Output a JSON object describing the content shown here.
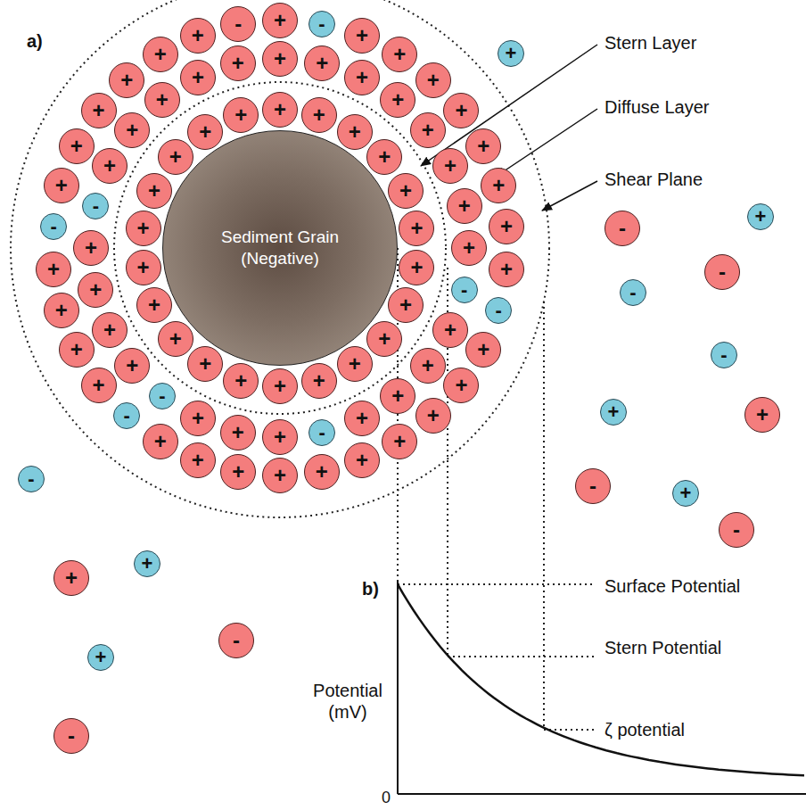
{
  "diagram": {
    "nodes": [
      {
        "text": [
          "Sediment Grain (Negative)"
        ]
      },
      {
        "text": [
          "+"
        ]
      },
      {
        "text": [
          "+"
        ]
      },
      {
        "text": [
          "+"
        ]
      },
      {
        "text": [
          "+"
        ]
      },
      {
        "text": [
          "+"
        ]
      },
      {
        "text": [
          "+"
        ]
      },
      {
        "text": [
          "+"
        ]
      },
      {
        "text": [
          "+"
        ]
      },
      {
        "text": [
          "+"
        ]
      },
      {
        "text": [
          "+"
        ]
      },
      {
        "text": [
          "+"
        ]
      },
      {
        "text": [
          "+"
        ]
      },
      {
        "text": [
          "+"
        ]
      },
      {
        "text": [
          "+"
        ]
      },
      {
        "text": [
          "+"
        ]
      },
      {
        "text": [
          "+"
        ]
      },
      {
        "text": [
          "+"
        ]
      },
      {
        "text": [
          "+"
        ]
      },
      {
        "text": [
          "+"
        ]
      },
      {
        "text": [
          "+"
        ]
      },
      {
        "text": [
          "+"
        ]
      },
      {
        "text": [
          "+"
        ]
      },
      {
        "text": [
          "+"
        ]
      },
      {
        "text": [
          "+"
        ]
      },
      {
        "text": [
          "+"
        ]
      },
      {
        "text": [
          "+"
        ]
      },
      {
        "text": [
          "+"
        ]
      },
      {
        "text": [
          "+"
        ]
      },
      {
        "text": [
          "+"
        ]
      },
      {
        "text": [
          "+"
        ]
      },
      {
        "text": [
          "-"
        ]
      },
      {
        "text": [
          "+"
        ]
      },
      {
        "text": [
          "+"
        ]
      },
      {
        "text": [
          "+"
        ]
      },
      {
        "text": [
          "+"
        ]
      },
      {
        "text": [
          "-"
        ]
      },
      {
        "text": [
          "+"
        ]
      },
      {
        "text": [
          "+"
        ]
      },
      {
        "text": [
          "+"
        ]
      },
      {
        "text": [
          "-"
        ]
      },
      {
        "text": [
          "+"
        ]
      },
      {
        "text": [
          "+"
        ]
      },
      {
        "text": [
          "+"
        ]
      },
      {
        "text": [
          "+"
        ]
      },
      {
        "text": [
          "-"
        ]
      },
      {
        "text": [
          "+"
        ]
      },
      {
        "text": [
          "+"
        ]
      },
      {
        "text": [
          "+"
        ]
      },
      {
        "text": [
          "+"
        ]
      },
      {
        "text": [
          "+"
        ]
      },
      {
        "text": [
          "+"
        ]
      },
      {
        "text": [
          "-"
        ]
      },
      {
        "text": [
          "+"
        ]
      },
      {
        "text": [
          "+"
        ]
      },
      {
        "text": [
          "+"
        ]
      },
      {
        "text": [
          "+"
        ]
      },
      {
        "text": [
          "+"
        ]
      },
      {
        "text": [
          "+"
        ]
      },
      {
        "text": [
          "+"
        ]
      },
      {
        "text": [
          "+"
        ]
      },
      {
        "text": [
          "-"
        ]
      },
      {
        "text": [
          "+"
        ]
      },
      {
        "text": [
          "+"
        ]
      },
      {
        "text": [
          "+"
        ]
      },
      {
        "text": [
          "+"
        ]
      },
      {
        "text": [
          "+"
        ]
      },
      {
        "text": [
          "+"
        ]
      },
      {
        "text": [
          "+"
        ]
      },
      {
        "text": [
          "+"
        ]
      },
      {
        "text": [
          "+"
        ]
      },
      {
        "text": [
          "+"
        ]
      },
      {
        "text": [
          "-"
        ]
      },
      {
        "text": [
          "+"
        ]
      },
      {
        "text": [
          "+"
        ]
      },
      {
        "text": [
          "+"
        ]
      },
      {
        "text": [
          "+"
        ]
      },
      {
        "text": [
          "-"
        ]
      },
      {
        "text": [
          "+"
        ]
      },
      {
        "text": [
          "+"
        ]
      },
      {
        "text": [
          "+"
        ]
      },
      {
        "text": [
          "+"
        ]
      },
      {
        "text": [
          "+"
        ]
      },
      {
        "text": [
          "+"
        ]
      },
      {
        "text": [
          "-"
        ]
      },
      {
        "text": [
          "+"
        ]
      },
      {
        "text": [
          "-"
        ]
      },
      {
        "text": [
          "+"
        ]
      },
      {
        "text": [
          "-"
        ]
      },
      {
        "text": [
          "-"
        ]
      },
      {
        "text": [
          "-"
        ]
      },
      {
        "text": [
          "+"
        ]
      },
      {
        "text": [
          "+"
        ]
      },
      {
        "text": [
          "-"
        ]
      },
      {
        "text": [
          "+"
        ]
      },
      {
        "text": [
          "-"
        ]
      },
      {
        "text": [
          "-"
        ]
      },
      {
        "text": [
          "+"
        ]
      },
      {
        "text": [
          "+"
        ]
      },
      {
        "text": [
          "-"
        ]
      },
      {
        "text": [
          "+"
        ]
      },
      {
        "text": [
          "-"
        ]
      }
    ],
    "labels": [
      "a)",
      "Stern Layer",
      "Diffuse Layer",
      "Shear Plane",
      "b)",
      "Surface Potential",
      "Stern Potential",
      "ζ potential",
      "Potential (mV)",
      "0"
    ]
  }
}
